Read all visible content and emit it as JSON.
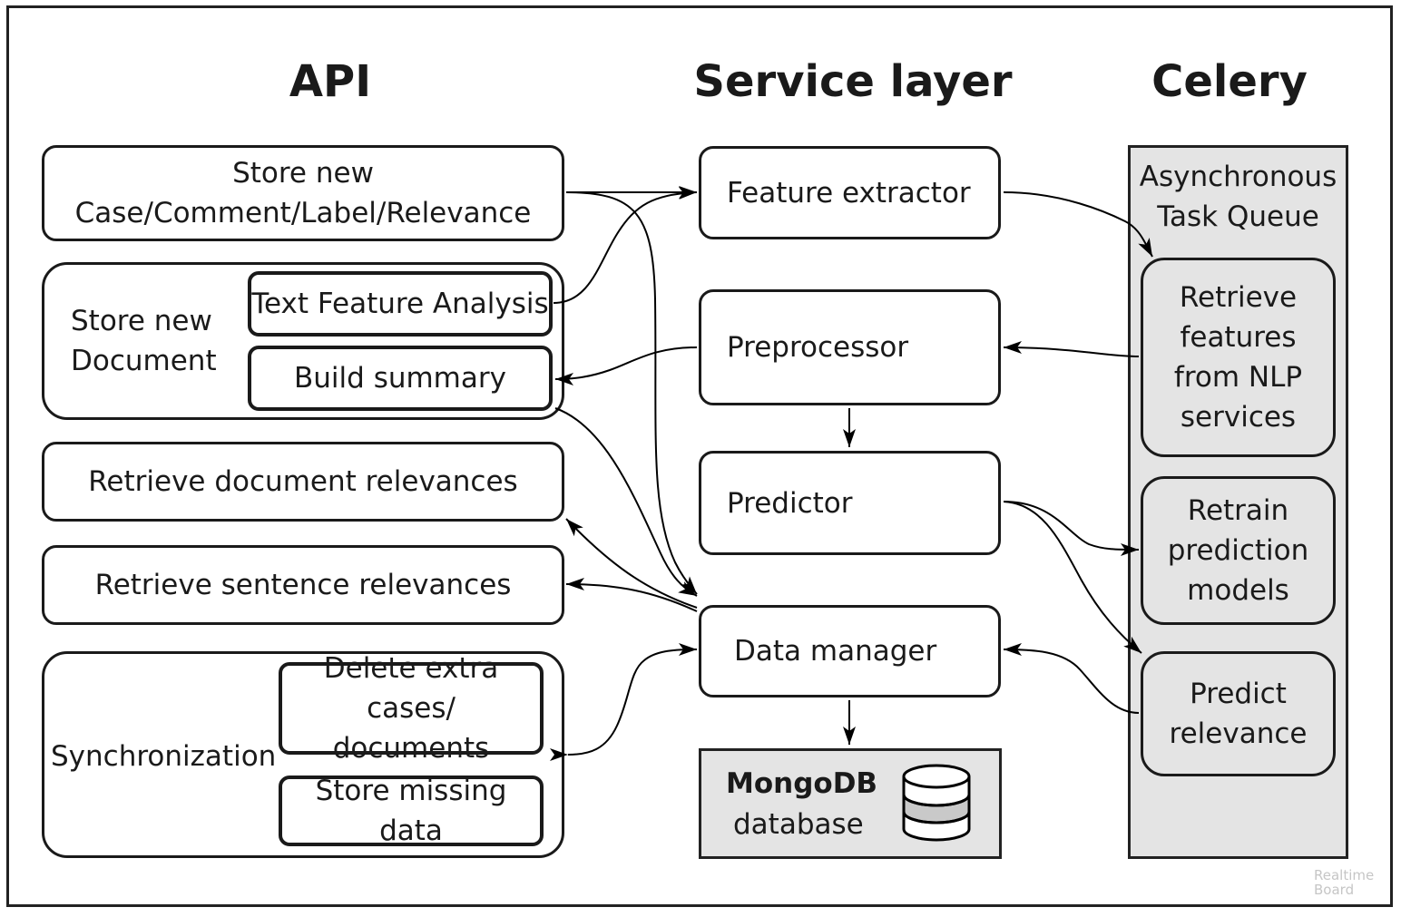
{
  "headers": {
    "api": "API",
    "service": "Service layer",
    "celery": "Celery"
  },
  "api": {
    "store_new_case": "Store new Case/Comment/Label/Relevance",
    "store_new_document": "Store new Document",
    "text_feature_analysis": "Text Feature Analysis",
    "build_summary": "Build summary",
    "retrieve_document_relevances": "Retrieve document relevances",
    "retrieve_sentence_relevances": "Retrieve sentence relevances",
    "synchronization": "Synchronization",
    "delete_extra": "Delete extra cases/ documents",
    "store_missing": "Store missing data"
  },
  "service": {
    "feature_extractor": "Feature extractor",
    "preprocessor": "Preprocessor",
    "predictor": "Predictor",
    "data_manager": "Data manager",
    "db_title": "MongoDB",
    "db_sub": "database"
  },
  "celery": {
    "queue_title": "Asynchronous Task Queue",
    "retrieve_features": "Retrieve features from NLP services",
    "retrain": "Retrain prediction models",
    "predict": "Predict relevance"
  },
  "watermark": {
    "line1": "Realtime",
    "line2": "Board"
  },
  "colors": {
    "panel_fill": "#e4e4e4",
    "stroke": "#1a1a1a"
  }
}
